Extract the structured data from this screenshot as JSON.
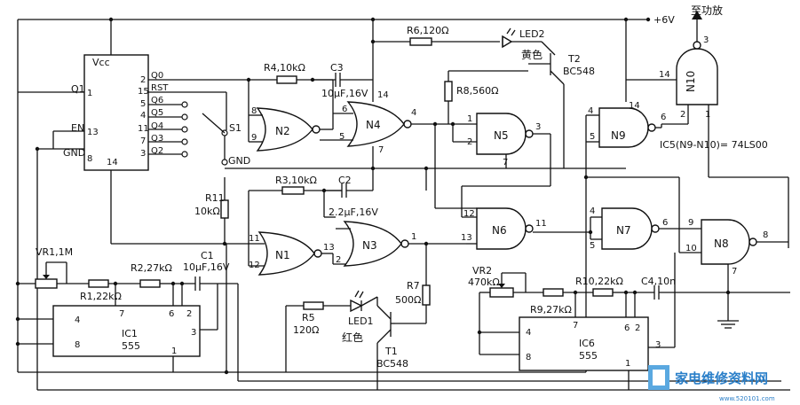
{
  "labels": {
    "vplus": "+6V",
    "to_amp": "至功放",
    "vcc": "Vcc",
    "q1": "Q1",
    "en": "EN",
    "gnd_left": "GND",
    "gnd_sw": "GND",
    "s1": "S1",
    "ic5_note": "IC5(N9-N10)= 74LS00",
    "led2_color": "黄色",
    "led1_color": "红色",
    "t1_model": "BC548",
    "t2_model": "BC548"
  },
  "counter_pins": {
    "q0": "Q0",
    "rst": "RST",
    "q6": "Q6",
    "q5": "Q5",
    "q4": "Q4",
    "q3": "Q3",
    "q2": "Q2",
    "n1": "1",
    "n13": "13",
    "n8": "8",
    "n14": "14",
    "n2": "2",
    "n15": "15",
    "n5": "5",
    "n4": "4",
    "n11": "11",
    "n7": "7",
    "n3": "3"
  },
  "gates": {
    "n1": "N1",
    "n2": "N2",
    "n3": "N3",
    "n4": "N4",
    "n5": "N5",
    "n6": "N6",
    "n7": "N7",
    "n8": "N8",
    "n9": "N9",
    "n10": "N10"
  },
  "components": {
    "r1": "R1,22kΩ",
    "r2": "R2,27kΩ",
    "r3": "R3,10kΩ",
    "r4": "R4,10kΩ",
    "r5": "R5",
    "r5_value": "120Ω",
    "r6": "R6,120Ω",
    "r7": "R7",
    "r7_value": "500Ω",
    "r8": "R8,560Ω",
    "r9": "R9,27kΩ",
    "r10": "R10,22kΩ",
    "r11": "R11",
    "r11_value": "10kΩ",
    "vr1": "VR1,1M",
    "vr2": "VR2",
    "vr2_value": "470kΩ",
    "c1": "C1",
    "c1_value": "10μF,16V",
    "c2": "C2",
    "c2_value": "2.2μF,16V",
    "c3": "C3",
    "c3_value": "10μF,16V",
    "c4": "C4,10n",
    "led1": "LED1",
    "led2": "LED2",
    "t1": "T1",
    "t2": "T2",
    "ic1": "IC1",
    "ic1_type": "555",
    "ic6": "IC6",
    "ic6_type": "555"
  },
  "pins": {
    "ic1_4": "4",
    "ic1_8": "8",
    "ic1_7": "7",
    "ic1_6": "6",
    "ic1_2": "2",
    "ic1_3": "3",
    "ic1_1": "1",
    "ic6_4": "4",
    "ic6_8": "8",
    "ic6_7": "7",
    "ic6_6": "6",
    "ic6_2": "2",
    "ic6_3": "3",
    "ic6_1": "1",
    "n1_11": "11",
    "n1_12": "12",
    "n1_13": "13",
    "n2_8": "8",
    "n2_9": "9",
    "n3_1": "1",
    "n3_2": "2",
    "n4_6": "6",
    "n4_5": "5",
    "n4_4": "4",
    "n4_14": "14",
    "n4_7": "7",
    "n5_1": "1",
    "n5_2": "2",
    "n5_3": "3",
    "n5_7": "7",
    "n6_12": "12",
    "n6_13": "13",
    "n6_11": "11",
    "n7_4": "4",
    "n7_5": "5",
    "n7_6": "6",
    "n8_9": "9",
    "n8_10": "10",
    "n8_8": "8",
    "n8_7": "7",
    "n9_4": "4",
    "n9_5": "5",
    "n9_6": "6",
    "n9_14": "14",
    "n10_14": "14",
    "n10_2": "2",
    "n10_1": "1",
    "n10_3": "3"
  },
  "watermark": {
    "text": "家电维修资料网",
    "sub": "www.520101.com"
  }
}
